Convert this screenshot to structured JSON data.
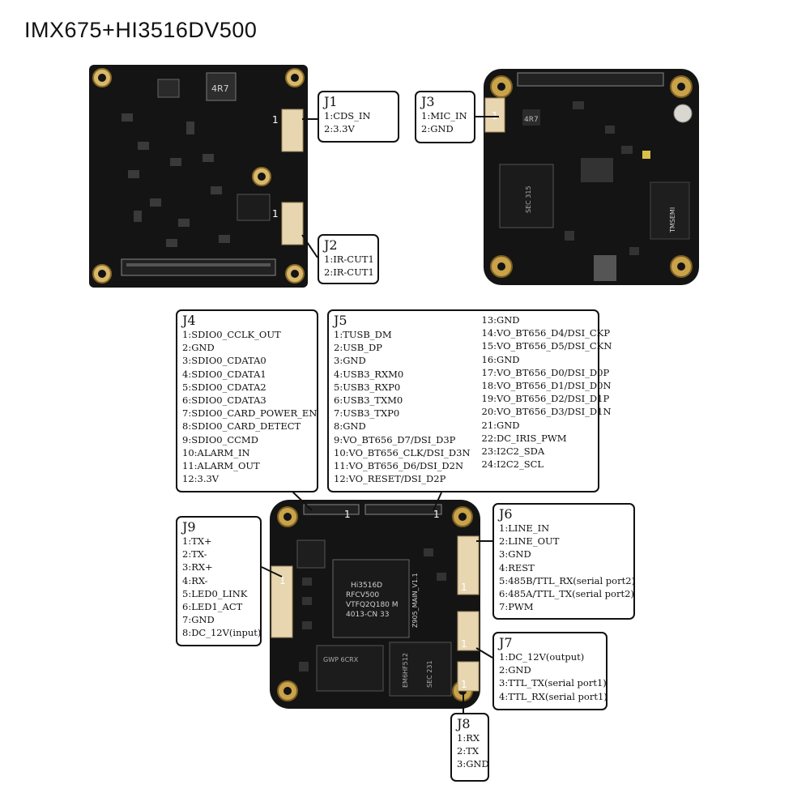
{
  "title": "IMX675+HI3516DV500",
  "boards": {
    "top_left_markings": [
      "4R7",
      "J1",
      "J2"
    ],
    "top_right_markings": [
      "J3",
      "4R7",
      "SEC 315",
      "TMSEMI"
    ],
    "bottom_markings": [
      "Hi3516D",
      "RFCV500",
      "VTFQ2Q180 M",
      "4013-CN 33",
      "Z905_MAIN_V1.1",
      "SEC 231",
      "EM6HF512",
      "GWP 6CRX"
    ],
    "pin_one_marker": "1"
  },
  "callouts": {
    "J1": {
      "name": "J1",
      "pins": [
        "1:CDS_IN",
        "2:3.3V"
      ]
    },
    "J2": {
      "name": "J2",
      "pins": [
        "1:IR-CUT1",
        "2:IR-CUT1"
      ]
    },
    "J3": {
      "name": "J3",
      "pins": [
        "1:MIC_IN",
        "2:GND"
      ]
    },
    "J4": {
      "name": "J4",
      "pins": [
        "1:SDIO0_CCLK_OUT",
        "2:GND",
        "3:SDIO0_CDATA0",
        "4:SDIO0_CDATA1",
        "5:SDIO0_CDATA2",
        "6:SDIO0_CDATA3",
        "7:SDIO0_CARD_POWER_EN",
        "8:SDIO0_CARD_DETECT",
        "9:SDIO0_CCMD",
        "10:ALARM_IN",
        "11:ALARM_OUT",
        "12:3.3V"
      ]
    },
    "J5": {
      "name": "J5",
      "pins_left": [
        "1:TUSB_DM",
        "2:USB_DP",
        "3:GND",
        "4:USB3_RXM0",
        "5:USB3_RXP0",
        "6:USB3_TXM0",
        "7:USB3_TXP0",
        "8:GND",
        "9:VO_BT656_D7/DSI_D3P",
        "10:VO_BT656_CLK/DSI_D3N",
        "11:VO_BT656_D6/DSI_D2N",
        "12:VO_RESET/DSI_D2P"
      ],
      "pins_right": [
        "13:GND",
        "14:VO_BT656_D4/DSI_CKP",
        "15:VO_BT656_D5/DSI_CKN",
        "16:GND",
        "17:VO_BT656_D0/DSI_D0P",
        "18:VO_BT656_D1/DSI_D0N",
        "19:VO_BT656_D2/DSI_D1P",
        "20:VO_BT656_D3/DSI_D1N",
        "21:GND",
        "22:DC_IRIS_PWM",
        "23:I2C2_SDA",
        "24:I2C2_SCL"
      ]
    },
    "J6": {
      "name": "J6",
      "pins": [
        "1:LINE_IN",
        "2:LINE_OUT",
        "3:GND",
        "4:REST",
        "5:485B/TTL_RX(serial port2)",
        "6:485A/TTL_TX(serial port2)",
        "7:PWM"
      ]
    },
    "J7": {
      "name": "J7",
      "pins": [
        "1:DC_12V(output)",
        "2:GND",
        "3:TTL_TX(serial port1)",
        "4:TTL_RX(serial port1)"
      ]
    },
    "J8": {
      "name": "J8",
      "pins": [
        "1:RX",
        "2:TX",
        "3:GND"
      ]
    },
    "J9": {
      "name": "J9",
      "pins": [
        "1:TX+",
        "2:TX-",
        "3:RX+",
        "4:RX-",
        "5:LED0_LINK",
        "6:LED1_ACT",
        "7:GND",
        "8:DC_12V(input)"
      ]
    }
  },
  "colors": {
    "pcb": "#151515",
    "gold_pad": "#c9a24a",
    "connector": "#e8d6b0",
    "outline": "#111111",
    "silkscreen": "#e6e6e6"
  }
}
